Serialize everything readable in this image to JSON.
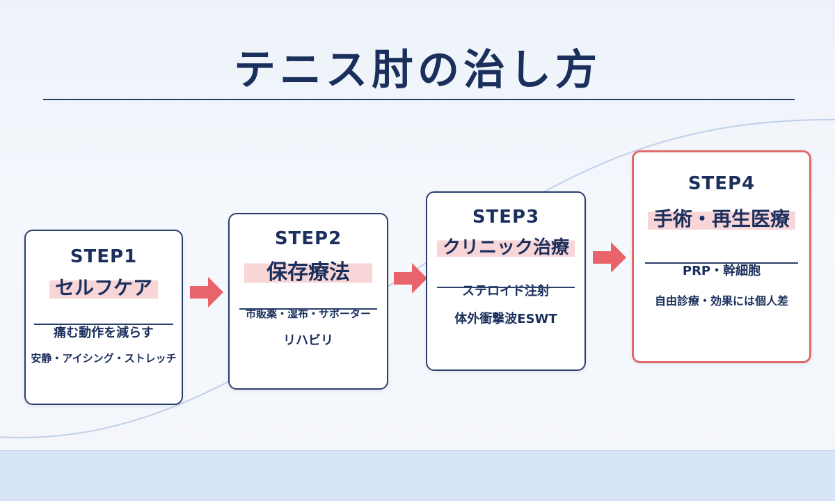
{
  "title": "テニス肘の治し方",
  "steps": [
    {
      "label": "STEP1",
      "title": "セルフケア",
      "lines": [
        "痛む動作を減らす",
        "安静・アイシング・ストレッチ"
      ]
    },
    {
      "label": "STEP2",
      "title": "保存療法",
      "lines": [
        "市販薬・湿布・サポーター",
        "リハビリ"
      ]
    },
    {
      "label": "STEP3",
      "title": "クリニック治療",
      "lines": [
        "ステロイド注射",
        "体外衝撃波ESWT"
      ]
    },
    {
      "label": "STEP4",
      "title": "手術・再生医療",
      "lines": [
        "PRP・幹細胞",
        "自由診療・効果には個人差"
      ]
    }
  ],
  "colors": {
    "navy": "#1b2f5c",
    "accent_red": "#e8646a",
    "highlight_pink": "#f8d6d8",
    "background": "#f3f6fb",
    "bottom_band": "#d7e3f6"
  },
  "icons": [
    "arrow-right-icon"
  ]
}
